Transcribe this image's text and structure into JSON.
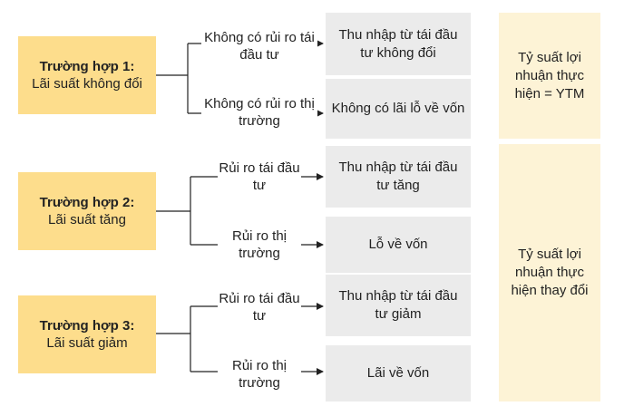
{
  "cases": [
    {
      "title": "Trường hợp 1:",
      "subtitle": "Lãi suất không đổi"
    },
    {
      "title": "Trường hợp 2:",
      "subtitle": "Lãi suất tăng"
    },
    {
      "title": "Trường hợp 3:",
      "subtitle": "Lãi suất giảm"
    }
  ],
  "branches": [
    {
      "label": "Không có rủi ro tái đầu tư",
      "outcome": "Thu nhập từ tái đầu tư không đổi"
    },
    {
      "label": "Không có rủi ro thị trường",
      "outcome": "Không có lãi lỗ về vốn"
    },
    {
      "label": "Rủi ro tái đầu tư",
      "outcome": "Thu nhập từ tái đầu tư tăng"
    },
    {
      "label": "Rủi ro thị trường",
      "outcome": "Lỗ về vốn"
    },
    {
      "label": "Rủi ro tái đầu tư",
      "outcome": "Thu nhập từ tái đầu tư giảm"
    },
    {
      "label": "Rủi ro thị trường",
      "outcome": "Lãi về vốn"
    }
  ],
  "results": [
    {
      "text": "Tỷ suất lợi nhuận thực hiện = YTM"
    },
    {
      "text": "Tỷ suất lợi nhuận thực hiện thay đổi"
    }
  ]
}
